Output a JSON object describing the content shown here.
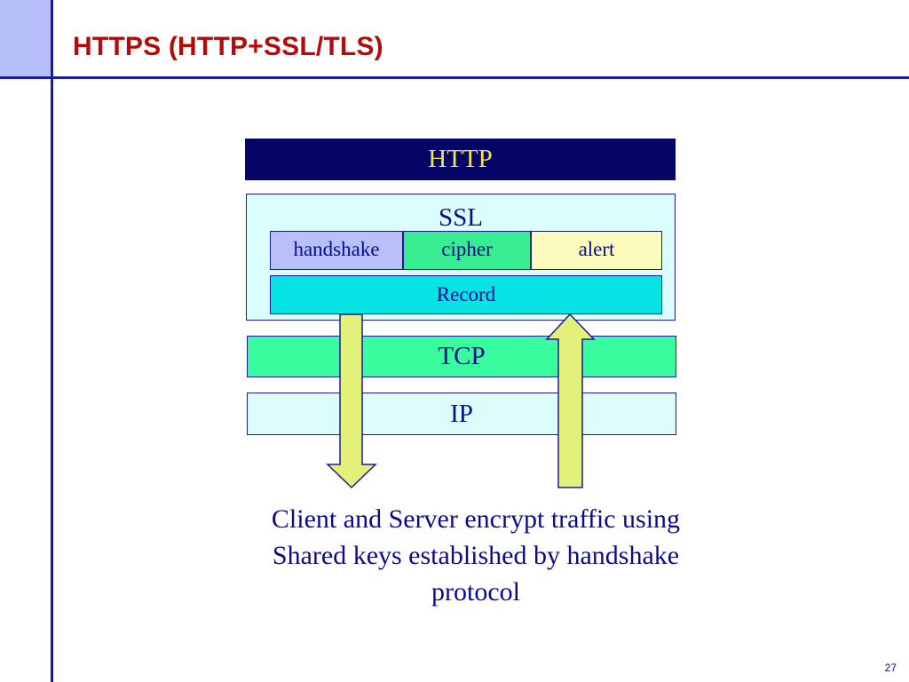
{
  "slide": {
    "title": "HTTPS (HTTP+SSL/TLS)",
    "page_number": "27",
    "caption_lines": [
      "Client and Server encrypt traffic using",
      "Shared keys established by handshake",
      "protocol"
    ]
  },
  "diagram": {
    "http_label": "HTTP",
    "ssl": {
      "label": "SSL",
      "sublayers": [
        "handshake",
        "cipher",
        "alert"
      ],
      "record_label": "Record"
    },
    "tcp_label": "TCP",
    "ip_label": "IP"
  },
  "colors": {
    "title": "#b50a0a",
    "frame": "#1a1a9c",
    "http_bg": "#050566",
    "http_text": "#f2e34c",
    "arrow_fill": "#e3f17a"
  }
}
